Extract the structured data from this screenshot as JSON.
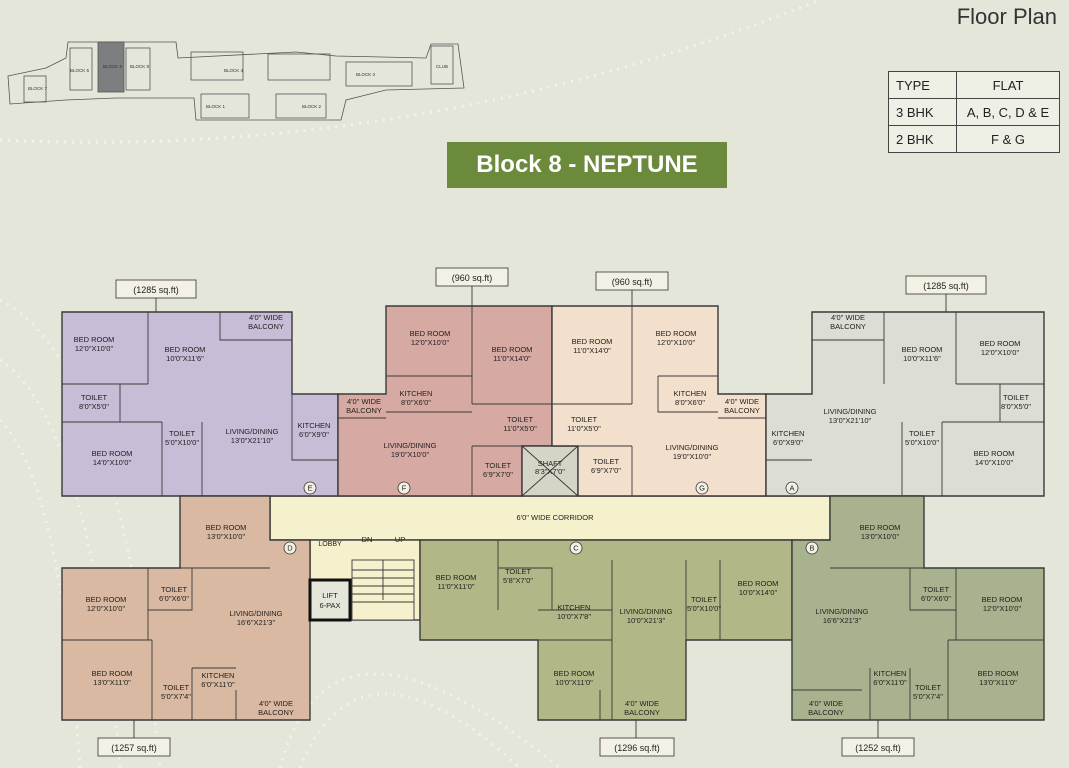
{
  "page_title": "Floor Plan",
  "block_title": "Block 8 - NEPTUNE",
  "type_table": {
    "headers": [
      "TYPE",
      "FLAT"
    ],
    "rows": [
      [
        "3 BHK",
        "A, B, C, D & E"
      ],
      [
        "2 BHK",
        "F & G"
      ]
    ]
  },
  "site_map_labels": [
    "BLOCK 7",
    "BLOCK 8",
    "BLOCK 9",
    "BLOCK 4",
    "BLOCK 1",
    "BLOCK 2",
    "BLOCK 3",
    "BLOCK 5",
    "CLUB"
  ],
  "areas": {
    "top_left": "(1285 sq.ft)",
    "top_mid_left": "(960 sq.ft)",
    "top_mid_right": "(960 sq.ft)",
    "top_right": "(1285 sq.ft)",
    "bottom_left": "(1257 sq.ft)",
    "bottom_mid": "(1296 sq.ft)",
    "bottom_right": "(1252 sq.ft)"
  },
  "flat_labels": [
    "E",
    "F",
    "G",
    "A",
    "D",
    "C",
    "B"
  ],
  "common": {
    "corridor": "6'0\" WIDE CORRIDOR",
    "lobby": "LOBBY",
    "dn": "DN",
    "up": "UP",
    "lift": [
      "LIFT",
      "6-PAX"
    ],
    "shaft": [
      "SHAFT",
      "8'3\"X7'0\""
    ]
  },
  "rooms": [
    {
      "id": "e-bed1",
      "lines": [
        "BED ROOM",
        "12'0\"X10'0\""
      ]
    },
    {
      "id": "e-bed2",
      "lines": [
        "BED ROOM",
        "10'0\"X11'6\""
      ]
    },
    {
      "id": "e-balc",
      "lines": [
        "4'0\" WIDE",
        "BALCONY"
      ]
    },
    {
      "id": "e-toilet1",
      "lines": [
        "TOILET",
        "8'0\"X5'0\""
      ]
    },
    {
      "id": "e-bed3",
      "lines": [
        "BED ROOM",
        "14'0\"X10'0\""
      ]
    },
    {
      "id": "e-toilet2",
      "lines": [
        "TOILET",
        "5'0\"X10'0\""
      ]
    },
    {
      "id": "e-living",
      "lines": [
        "LIVING/DINING",
        "13'0\"X21'10\""
      ]
    },
    {
      "id": "e-kitchen",
      "lines": [
        "KITCHEN",
        "6'0\"X9'0\""
      ]
    },
    {
      "id": "f-bed1",
      "lines": [
        "BED ROOM",
        "12'0\"X10'0\""
      ]
    },
    {
      "id": "f-bed2",
      "lines": [
        "BED ROOM",
        "11'0\"X14'0\""
      ]
    },
    {
      "id": "f-kitchen",
      "lines": [
        "KITCHEN",
        "8'0\"X6'0\""
      ]
    },
    {
      "id": "f-balc",
      "lines": [
        "4'0\" WIDE",
        "BALCONY"
      ]
    },
    {
      "id": "f-living",
      "lines": [
        "LIVING/DINING",
        "19'0\"X10'0\""
      ]
    },
    {
      "id": "f-toilet1",
      "lines": [
        "TOILET",
        "11'0\"X5'0\""
      ]
    },
    {
      "id": "f-toilet2",
      "lines": [
        "TOILET",
        "6'9\"X7'0\""
      ]
    },
    {
      "id": "g-bed1",
      "lines": [
        "BED ROOM",
        "11'0\"X14'0\""
      ]
    },
    {
      "id": "g-bed2",
      "lines": [
        "BED ROOM",
        "12'0\"X10'0\""
      ]
    },
    {
      "id": "g-toilet1",
      "lines": [
        "TOILET",
        "11'0\"X5'0\""
      ]
    },
    {
      "id": "g-kitchen",
      "lines": [
        "KITCHEN",
        "8'0\"X6'0\""
      ]
    },
    {
      "id": "g-balc",
      "lines": [
        "4'0\" WIDE",
        "BALCONY"
      ]
    },
    {
      "id": "g-toilet2",
      "lines": [
        "TOILET",
        "6'9\"X7'0\""
      ]
    },
    {
      "id": "g-living",
      "lines": [
        "LIVING/DINING",
        "19'0\"X10'0\""
      ]
    },
    {
      "id": "a-balc",
      "lines": [
        "4'0\" WIDE",
        "BALCONY"
      ]
    },
    {
      "id": "a-bed1",
      "lines": [
        "BED ROOM",
        "10'0\"X11'6\""
      ]
    },
    {
      "id": "a-bed2",
      "lines": [
        "BED ROOM",
        "12'0\"X10'0\""
      ]
    },
    {
      "id": "a-living",
      "lines": [
        "LIVING/DINING",
        "13'0\"X21'10\""
      ]
    },
    {
      "id": "a-toilet1",
      "lines": [
        "TOILET",
        "8'0\"X5'0\""
      ]
    },
    {
      "id": "a-kitchen",
      "lines": [
        "KITCHEN",
        "6'0\"X9'0\""
      ]
    },
    {
      "id": "a-toilet2",
      "lines": [
        "TOILET",
        "5'0\"X10'0\""
      ]
    },
    {
      "id": "a-bed3",
      "lines": [
        "BED ROOM",
        "14'0\"X10'0\""
      ]
    },
    {
      "id": "d-bed1",
      "lines": [
        "BED ROOM",
        "13'0\"X10'0\""
      ]
    },
    {
      "id": "d-bed2",
      "lines": [
        "BED ROOM",
        "12'0\"X10'0\""
      ]
    },
    {
      "id": "d-toilet1",
      "lines": [
        "TOILET",
        "6'0\"X6'0\""
      ]
    },
    {
      "id": "d-living",
      "lines": [
        "LIVING/DINING",
        "16'6\"X21'3\""
      ]
    },
    {
      "id": "d-bed3",
      "lines": [
        "BED ROOM",
        "13'0\"X11'0\""
      ]
    },
    {
      "id": "d-toilet2",
      "lines": [
        "TOILET",
        "5'0\"X7'4\""
      ]
    },
    {
      "id": "d-kitchen",
      "lines": [
        "KITCHEN",
        "6'0\"X11'0\""
      ]
    },
    {
      "id": "d-balc",
      "lines": [
        "4'0\" WIDE",
        "BALCONY"
      ]
    },
    {
      "id": "c-bed1",
      "lines": [
        "BED ROOM",
        "11'0\"X11'0\""
      ]
    },
    {
      "id": "c-toilet1",
      "lines": [
        "TOILET",
        "5'8\"X7'0\""
      ]
    },
    {
      "id": "c-kitchen",
      "lines": [
        "KITCHEN",
        "10'0\"X7'8\""
      ]
    },
    {
      "id": "c-living",
      "lines": [
        "LIVING/DINING",
        "10'0\"X21'3\""
      ]
    },
    {
      "id": "c-toilet2",
      "lines": [
        "TOILET",
        "5'0\"X10'0\""
      ]
    },
    {
      "id": "c-bed2",
      "lines": [
        "BED ROOM",
        "10'0\"X14'0\""
      ]
    },
    {
      "id": "c-bed3",
      "lines": [
        "BED ROOM",
        "10'0\"X11'0\""
      ]
    },
    {
      "id": "c-balc",
      "lines": [
        "4'0\" WIDE",
        "BALCONY"
      ]
    },
    {
      "id": "b-bed1",
      "lines": [
        "BED ROOM",
        "13'0\"X10'0\""
      ]
    },
    {
      "id": "b-toilet1",
      "lines": [
        "TOILET",
        "6'0\"X6'0\""
      ]
    },
    {
      "id": "b-bed2",
      "lines": [
        "BED ROOM",
        "12'0\"X10'0\""
      ]
    },
    {
      "id": "b-living",
      "lines": [
        "LIVING/DINING",
        "16'6\"X21'3\""
      ]
    },
    {
      "id": "b-kitchen",
      "lines": [
        "KITCHEN",
        "6'0\"X11'0\""
      ]
    },
    {
      "id": "b-toilet2",
      "lines": [
        "TOILET",
        "5'0\"X7'4\""
      ]
    },
    {
      "id": "b-bed3",
      "lines": [
        "BED ROOM",
        "13'0\"X11'0\""
      ]
    },
    {
      "id": "b-balc",
      "lines": [
        "4'0\" WIDE",
        "BALCONY"
      ]
    }
  ],
  "colors": {
    "background": "#e4e6da",
    "banner": "#6c8a3c",
    "flat_e": "#c7bdd6",
    "flat_f": "#d6a9a3",
    "flat_g": "#f2dfcc",
    "flat_a": "#dcddd4",
    "flat_d": "#d9b9a1",
    "flat_c": "#b3b787",
    "flat_b": "#a9b28e",
    "corridor": "#f4f1cc"
  }
}
